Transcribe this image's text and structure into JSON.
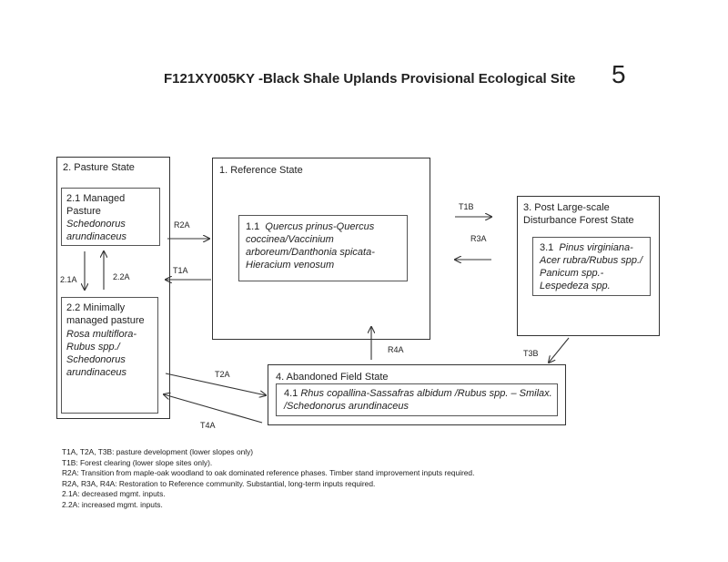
{
  "title": "F121XY005KY -Black Shale Uplands Provisional Ecological Site",
  "page_number": "5",
  "states": {
    "pasture": {
      "label": "2. Pasture State",
      "phase_1_title": "2.1 Managed Pasture",
      "phase_1_species": "Schedonorus arundinaceus",
      "phase_2_title": "2.2 Minimally managed pasture",
      "phase_2_species": "Rosa multiflora-Rubus spp./ Schedonorus arundinaceus"
    },
    "reference": {
      "label": "1. Reference State",
      "phase_1_num": "1.1",
      "phase_1_species": "Quercus prinus-Quercus coccinea/Vaccinium arboreum/Danthonia spicata-Hieracium venosum"
    },
    "post_disturbance": {
      "label": "3. Post Large-scale Disturbance Forest State",
      "phase_1_num": "3.1",
      "phase_1_species": "Pinus virginiana-Acer rubra/Rubus spp./ Panicum spp.- Lespedeza spp."
    },
    "abandoned": {
      "label": "4. Abandoned Field State",
      "phase_1_num": "4.1",
      "phase_1_species": "Rhus copallina-Sassafras albidum /Rubus spp. – Smilax. /Schedonorus arundinaceus"
    }
  },
  "transitions": {
    "r2a": "R2A",
    "t1a": "T1A",
    "t1b": "T1B",
    "r3a": "R3A",
    "r4a": "R4A",
    "t2a": "T2A",
    "t4a": "T4A",
    "t3b": "T3B",
    "p21a": "2.1A",
    "p22a": "2.2A"
  },
  "notes": [
    "T1A, T2A, T3B:  pasture development (lower slopes only)",
    "T1B:  Forest clearing (lower slope sites only).",
    "R2A:  Transition from maple-oak woodland to oak dominated reference phases.  Timber stand improvement inputs required.",
    "R2A, R3A, R4A: Restoration to Reference community.  Substantial, long-term inputs required.",
    "2.1A: decreased mgmt. inputs.",
    "2.2A: increased mgmt. inputs."
  ]
}
